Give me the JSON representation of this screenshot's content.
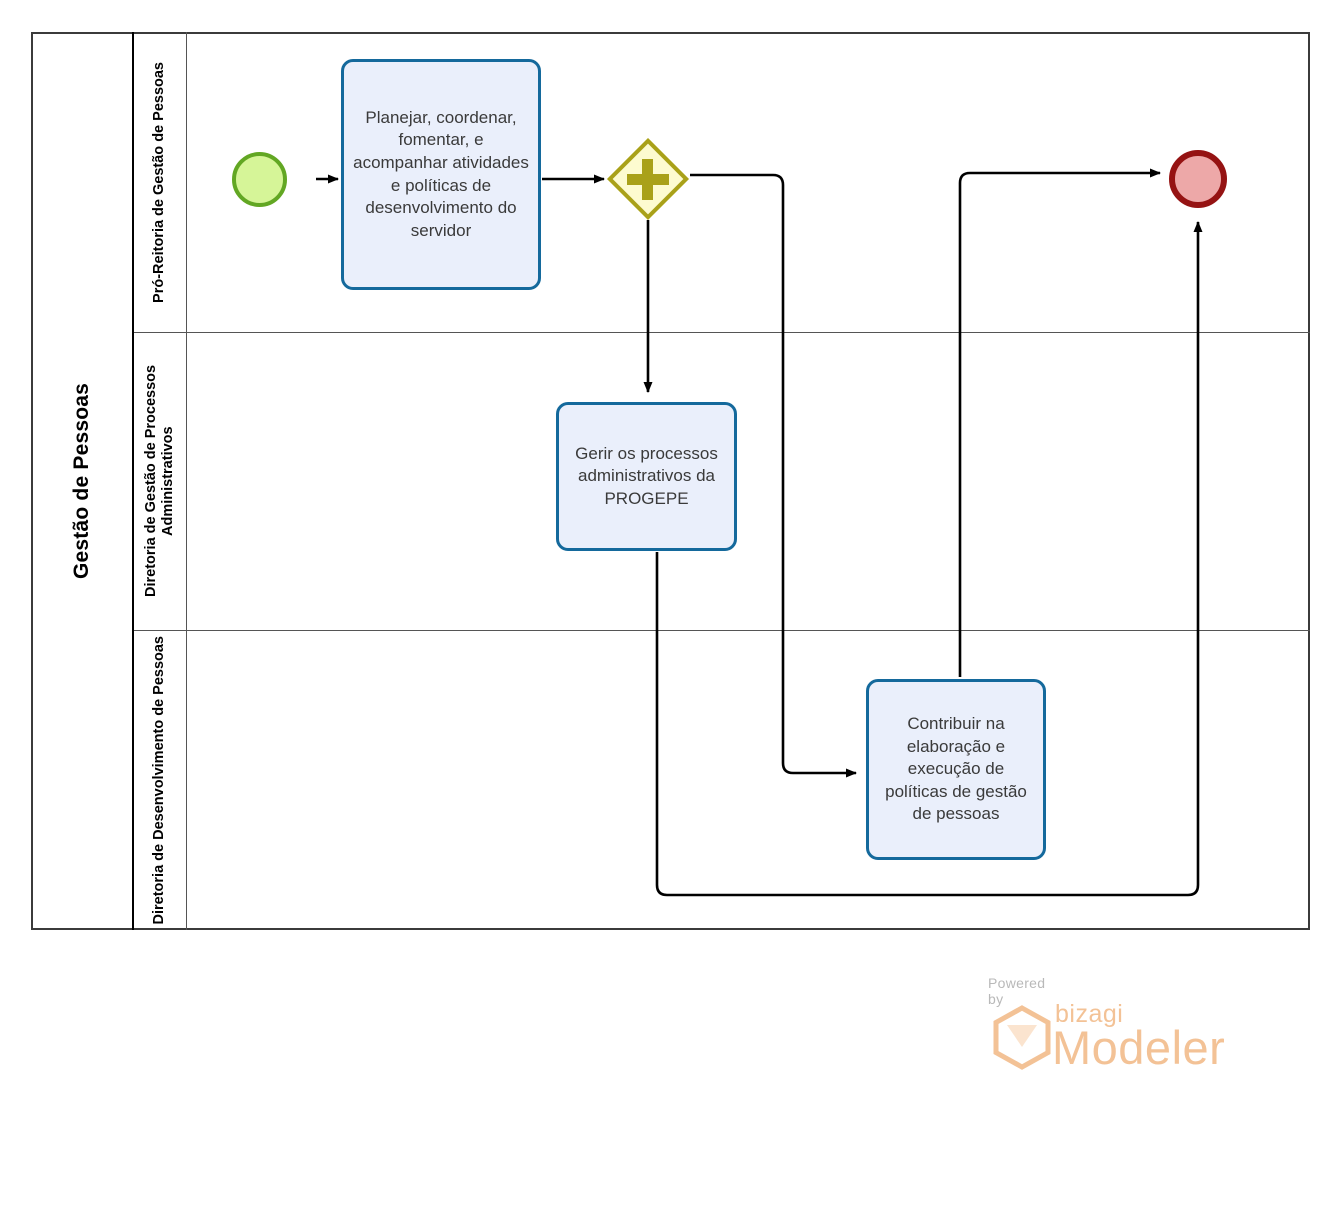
{
  "diagram": {
    "type": "bpmn-process",
    "pool": {
      "name": "Gestão de Pessoas"
    },
    "lanes": [
      {
        "id": "lane-pro-reitoria",
        "label": "Pró-Reitoria de Gestão de Pessoas"
      },
      {
        "id": "lane-diretoria-processos",
        "label": "Diretoria de Gestão de Processos Administrativos"
      },
      {
        "id": "lane-diretoria-desenvolvimento",
        "label": "Diretoria de Desenvolvimento de Pessoas"
      }
    ],
    "nodes": {
      "start": {
        "kind": "start-event",
        "label": "",
        "lane": "lane-pro-reitoria"
      },
      "task1": {
        "kind": "task",
        "label": "Planejar, coordenar, fomentar, e acompanhar atividades e políticas de desenvolvimento do servidor",
        "lane": "lane-pro-reitoria"
      },
      "gateway": {
        "kind": "parallel-gateway",
        "label": "",
        "lane": "lane-pro-reitoria"
      },
      "task2": {
        "kind": "task",
        "label": "Gerir os processos administrativos da PROGEPE",
        "lane": "lane-diretoria-processos"
      },
      "task3": {
        "kind": "task",
        "label": "Contribuir na elaboração e execução de políticas de gestão de pessoas",
        "lane": "lane-diretoria-desenvolvimento"
      },
      "end": {
        "kind": "end-event",
        "label": "",
        "lane": "lane-pro-reitoria"
      }
    },
    "flows": [
      {
        "from": "start",
        "to": "task1"
      },
      {
        "from": "task1",
        "to": "gateway"
      },
      {
        "from": "gateway",
        "to": "task2"
      },
      {
        "from": "gateway",
        "to": "task3"
      },
      {
        "from": "task3",
        "to": "end"
      },
      {
        "from": "task2",
        "to": "end"
      }
    ],
    "colors": {
      "start_fill": "#d6f598",
      "start_stroke": "#62a723",
      "end_fill": "#eda8a8",
      "end_stroke": "#951313",
      "task_fill": "#eaeffb",
      "task_stroke": "#14699c",
      "gateway_fill": "#fdfbd0",
      "gateway_stroke": "#a9a119",
      "pool_stroke": "#3b3b3b",
      "flow_stroke": "#000000"
    }
  },
  "watermark": {
    "powered_by": "Powered by",
    "brand": "bizagi",
    "product": "Modeler",
    "color": "#f3c296",
    "powered_color": "#b9b9b9"
  }
}
